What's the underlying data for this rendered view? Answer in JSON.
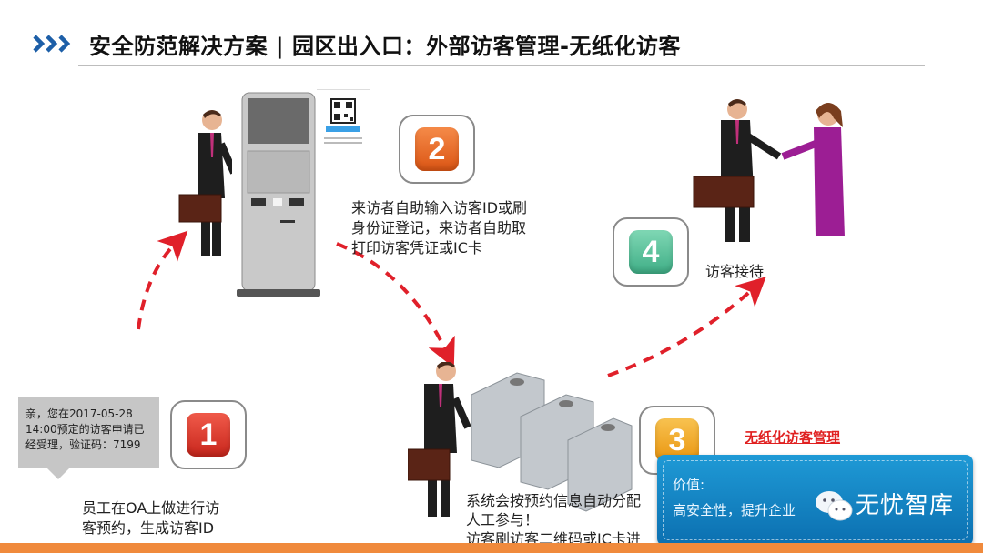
{
  "header": {
    "title": "安全防范解决方案 | 园区出入口：外部访客管理-无纸化访客",
    "icon": "triple-chevron-right-icon",
    "accent_color": "#1d5fa8"
  },
  "steps": [
    {
      "number": "1",
      "color": "#d9352a",
      "text_lines": [
        "员工在OA上做进行访",
        "客预约，生成访客ID"
      ]
    },
    {
      "number": "2",
      "color": "#e8692a",
      "text_lines": [
        "来访者自助输入访客ID或刷",
        "身份证登记，来访者自助取",
        "打印访客凭证或IC卡"
      ]
    },
    {
      "number": "3",
      "color": "#f0a624",
      "text_lines": [
        "系统会按预约信息自动分配",
        "人工参与！",
        "访客刷访客二维码或IC卡进"
      ]
    },
    {
      "number": "4",
      "color": "#55c096",
      "text_lines": [
        "访客接待"
      ]
    }
  ],
  "sms_bubble": {
    "lines": [
      "亲，您在2017-05-28",
      "14:00预定的访客申请已",
      "经受理，验证码：7199"
    ]
  },
  "highlight_label": "无纸化访客管理",
  "value_box": {
    "heading": "价值:",
    "text": "高安全性，提升企业",
    "watermark": "无忧智库",
    "watermark_icon": "wechat-icon"
  },
  "colors": {
    "arrow": "#e0202a",
    "footer": "#f08a3c",
    "value_box": "#1280c4"
  }
}
